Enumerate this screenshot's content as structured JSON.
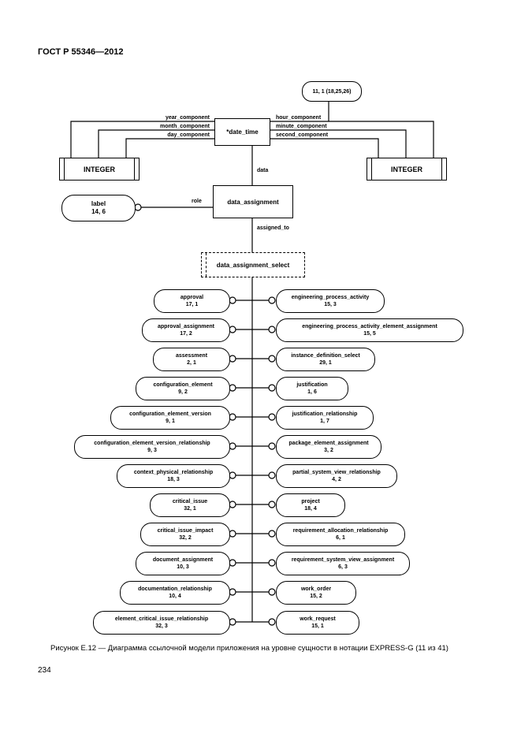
{
  "colors": {
    "ink": "#000000",
    "paper": "#ffffff"
  },
  "page": {
    "header": "ГОСТ Р 55346—2012",
    "caption": "Рисунок Е.12 — Диаграмма ссылочной модели приложения на уровне сущности в нотации EXPRESS-G (11 из 41)",
    "page_number": "234"
  },
  "diagram": {
    "page_ref": "11, 1 (18,25,26)",
    "date_time_label": "*date_time",
    "integer_left": "INTEGER",
    "integer_right": "INTEGER",
    "data_assignment_label": "data_assignment",
    "select_label": "data_assignment_select",
    "label_entity": {
      "name": "label",
      "ref": "14, 6"
    },
    "attr": {
      "year": "year_component",
      "month": "month_component",
      "day": "day_component",
      "hour": "hour_component",
      "minute": "minute_component",
      "second": "second_component",
      "data": "data",
      "role": "role",
      "assigned_to": "assigned_to"
    },
    "left_entities": [
      {
        "name": "approval",
        "ref": "17, 1"
      },
      {
        "name": "approval_assignment",
        "ref": "17, 2"
      },
      {
        "name": "assessment",
        "ref": "2, 1"
      },
      {
        "name": "configuration_element",
        "ref": "9, 2"
      },
      {
        "name": "configuration_element_version",
        "ref": "9, 1"
      },
      {
        "name": "configuration_element_version_relationship",
        "ref": "9, 3"
      },
      {
        "name": "context_physical_relationship",
        "ref": "18, 3"
      },
      {
        "name": "critical_issue",
        "ref": "32, 1"
      },
      {
        "name": "critical_issue_impact",
        "ref": "32, 2"
      },
      {
        "name": "document_assignment",
        "ref": "10, 3"
      },
      {
        "name": "documentation_relationship",
        "ref": "10, 4"
      },
      {
        "name": "element_critical_issue_relationship",
        "ref": "32, 3"
      }
    ],
    "right_entities": [
      {
        "name": "engineering_process_activity",
        "ref": "15, 3"
      },
      {
        "name": "engineering_process_activity_element_assignment",
        "ref": "15, 5"
      },
      {
        "name": "instance_definition_select",
        "ref": "29, 1"
      },
      {
        "name": "justification",
        "ref": "1, 6"
      },
      {
        "name": "justification_relationship",
        "ref": "1, 7"
      },
      {
        "name": "package_element_assignment",
        "ref": "3, 2"
      },
      {
        "name": "partial_system_view_relationship",
        "ref": "4, 2"
      },
      {
        "name": "project",
        "ref": "18, 4"
      },
      {
        "name": "requirement_allocation_relationship",
        "ref": "6, 1"
      },
      {
        "name": "requirement_system_view_assignment",
        "ref": "6, 3"
      },
      {
        "name": "work_order",
        "ref": "15, 2"
      },
      {
        "name": "work_request",
        "ref": "15, 1"
      }
    ]
  }
}
